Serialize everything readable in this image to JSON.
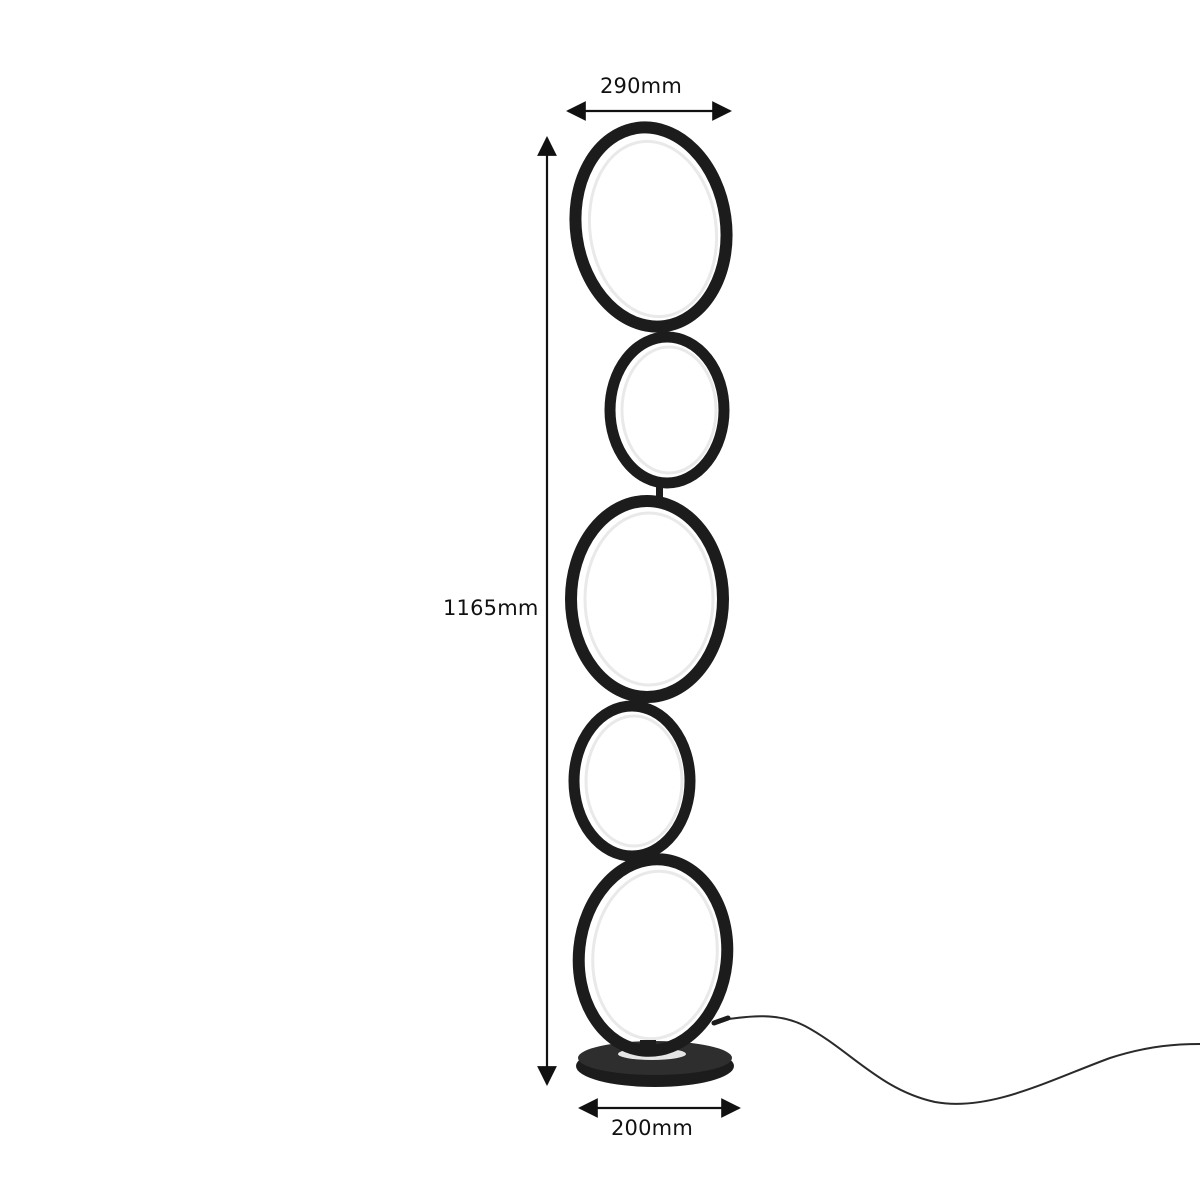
{
  "dimensions": {
    "width": "290mm",
    "height": "1165mm",
    "base": "200mm"
  },
  "colors": {
    "frame": "#1c1c1c",
    "glow": "#e9e9e9",
    "background": "#ffffff",
    "text": "#111111"
  }
}
